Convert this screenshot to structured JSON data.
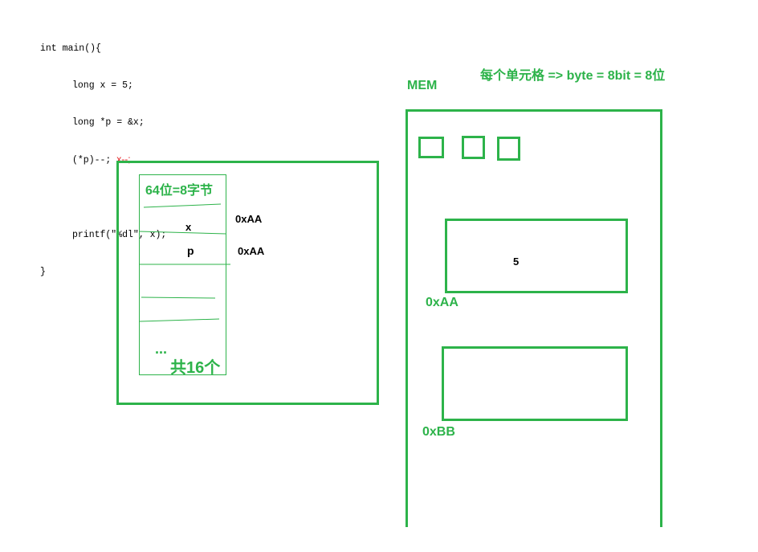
{
  "code": {
    "line1": "int main(){",
    "line2": "long x = 5;",
    "line3": "long *p = &x;",
    "line4": "(*p)--;",
    "line4_annotation": "x--;",
    "line5": "printf(\"%dl\", x);",
    "line6": "}"
  },
  "header": {
    "cell_note": "每个单元格 => byte   = 8bit = 8位",
    "mem_label": "MEM"
  },
  "register": {
    "title": "64位=8字节",
    "slot_x": "x",
    "slot_p": "p",
    "addr_x": "0xAA",
    "addr_p": "0xAA",
    "ellipsis": "...",
    "count": "共16个"
  },
  "memory": {
    "block1_value": "5",
    "block1_addr": "0xAA",
    "block2_addr": "0xBB"
  },
  "colors": {
    "green": "#2db34a",
    "red": "#e02020"
  }
}
